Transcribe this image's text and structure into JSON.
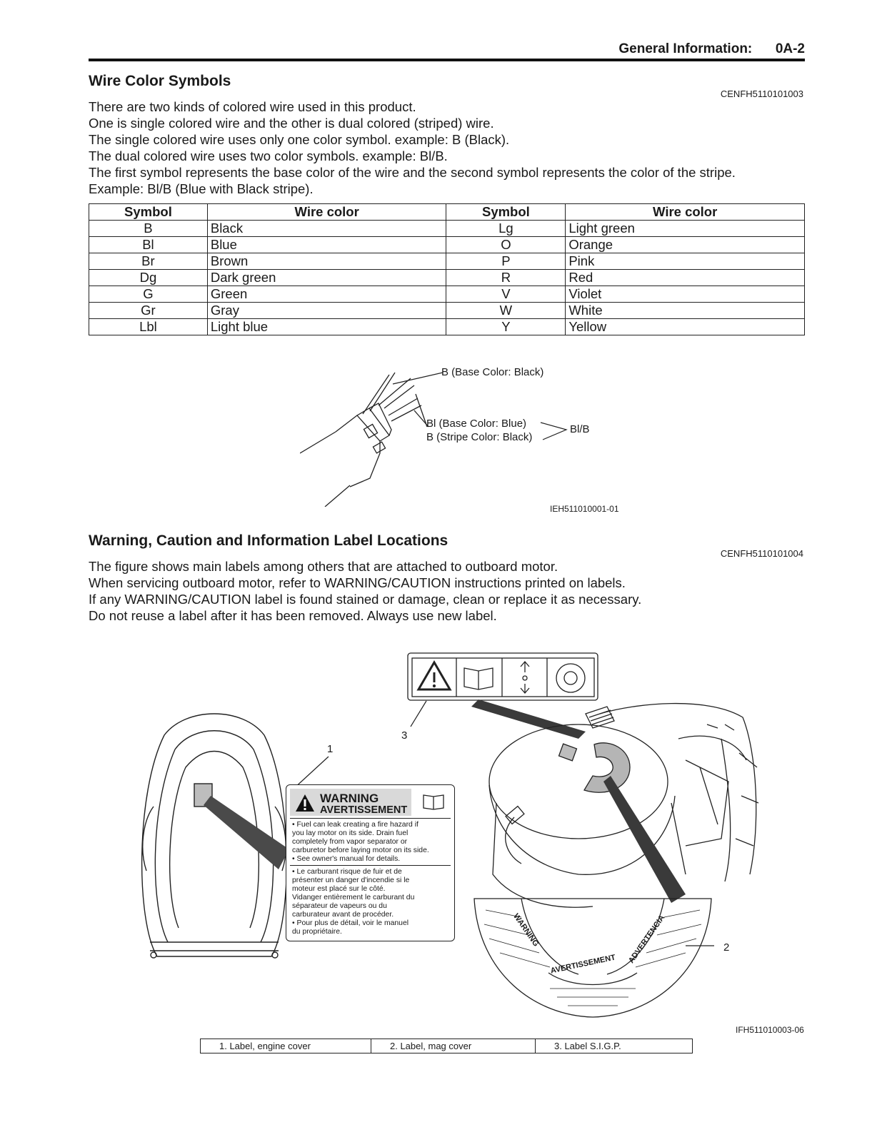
{
  "header": {
    "section": "General Information:",
    "page": "0A-2"
  },
  "wire_color_section": {
    "title": "Wire Color Symbols",
    "code": "CENFH5110101003",
    "paragraphs": [
      "There are two kinds of colored wire used in this product.",
      "One is single colored wire and the other is dual colored (striped) wire.",
      "The single colored wire uses only one color symbol. example: B (Black).",
      "The dual colored wire uses two color symbols. example: Bl/B.",
      "The first symbol represents the base color of the wire and the second symbol represents the color of the stripe.",
      "Example: Bl/B (Blue with Black stripe)."
    ],
    "table": {
      "headers": [
        "Symbol",
        "Wire color",
        "Symbol",
        "Wire color"
      ],
      "rows": [
        [
          "B",
          "Black",
          "Lg",
          "Light green"
        ],
        [
          "Bl",
          "Blue",
          "O",
          "Orange"
        ],
        [
          "Br",
          "Brown",
          "P",
          "Pink"
        ],
        [
          "Dg",
          "Dark green",
          "R",
          "Red"
        ],
        [
          "G",
          "Green",
          "V",
          "Violet"
        ],
        [
          "Gr",
          "Gray",
          "W",
          "White"
        ],
        [
          "Lbl",
          "Light blue",
          "Y",
          "Yellow"
        ]
      ]
    },
    "figure": {
      "label_base_black": "B (Base Color: Black)",
      "label_base_blue": "Bl (Base Color: Blue)",
      "label_stripe_black": "B (Stripe Color: Black)",
      "label_combined": "Bl/B",
      "code": "IEH511010001-01"
    }
  },
  "label_section": {
    "title": "Warning, Caution and Information Label Locations",
    "code": "CENFH5110101004",
    "paragraphs": [
      "The figure shows main labels among others that are attached to outboard motor.",
      "When servicing outboard motor, refer to WARNING/CAUTION instructions printed on labels.",
      "If any WARNING/CAUTION label is found stained or damage, clean or replace it as necessary.",
      "Do not reuse a label after it has been removed. Always use new label."
    ],
    "figure": {
      "callout_1": "1",
      "callout_2": "2",
      "callout_3": "3",
      "warning_title": "WARNING",
      "warning_subtitle": "AVERTISSEMENT",
      "warning_en": [
        "• Fuel can leak creating a fire hazard if",
        "  you lay motor on its side. Drain fuel",
        "  completely from vapor separator or",
        "  carburetor before laying motor on its side.",
        "• See owner's manual for details."
      ],
      "warning_fr": [
        "• Le carburant risque de fuir et de",
        "  présenter un danger d'incendie si le",
        "  moteur est placé sur le côté.",
        "  Vidanger entièrement le carburant du",
        "  séparateur de vapeurs ou du",
        "  carburateur avant de procéder.",
        "• Pour plus de détail, voir le manuel",
        "  du propriétaire."
      ],
      "mag_label_words": [
        "WARNING",
        "AVERTISSEMENT",
        "ADVERTENCIA"
      ],
      "code": "IFH511010003-06"
    },
    "caption": [
      "1.   Label, engine cover",
      "2.   Label, mag cover",
      "3.   Label S.I.G.P."
    ]
  }
}
